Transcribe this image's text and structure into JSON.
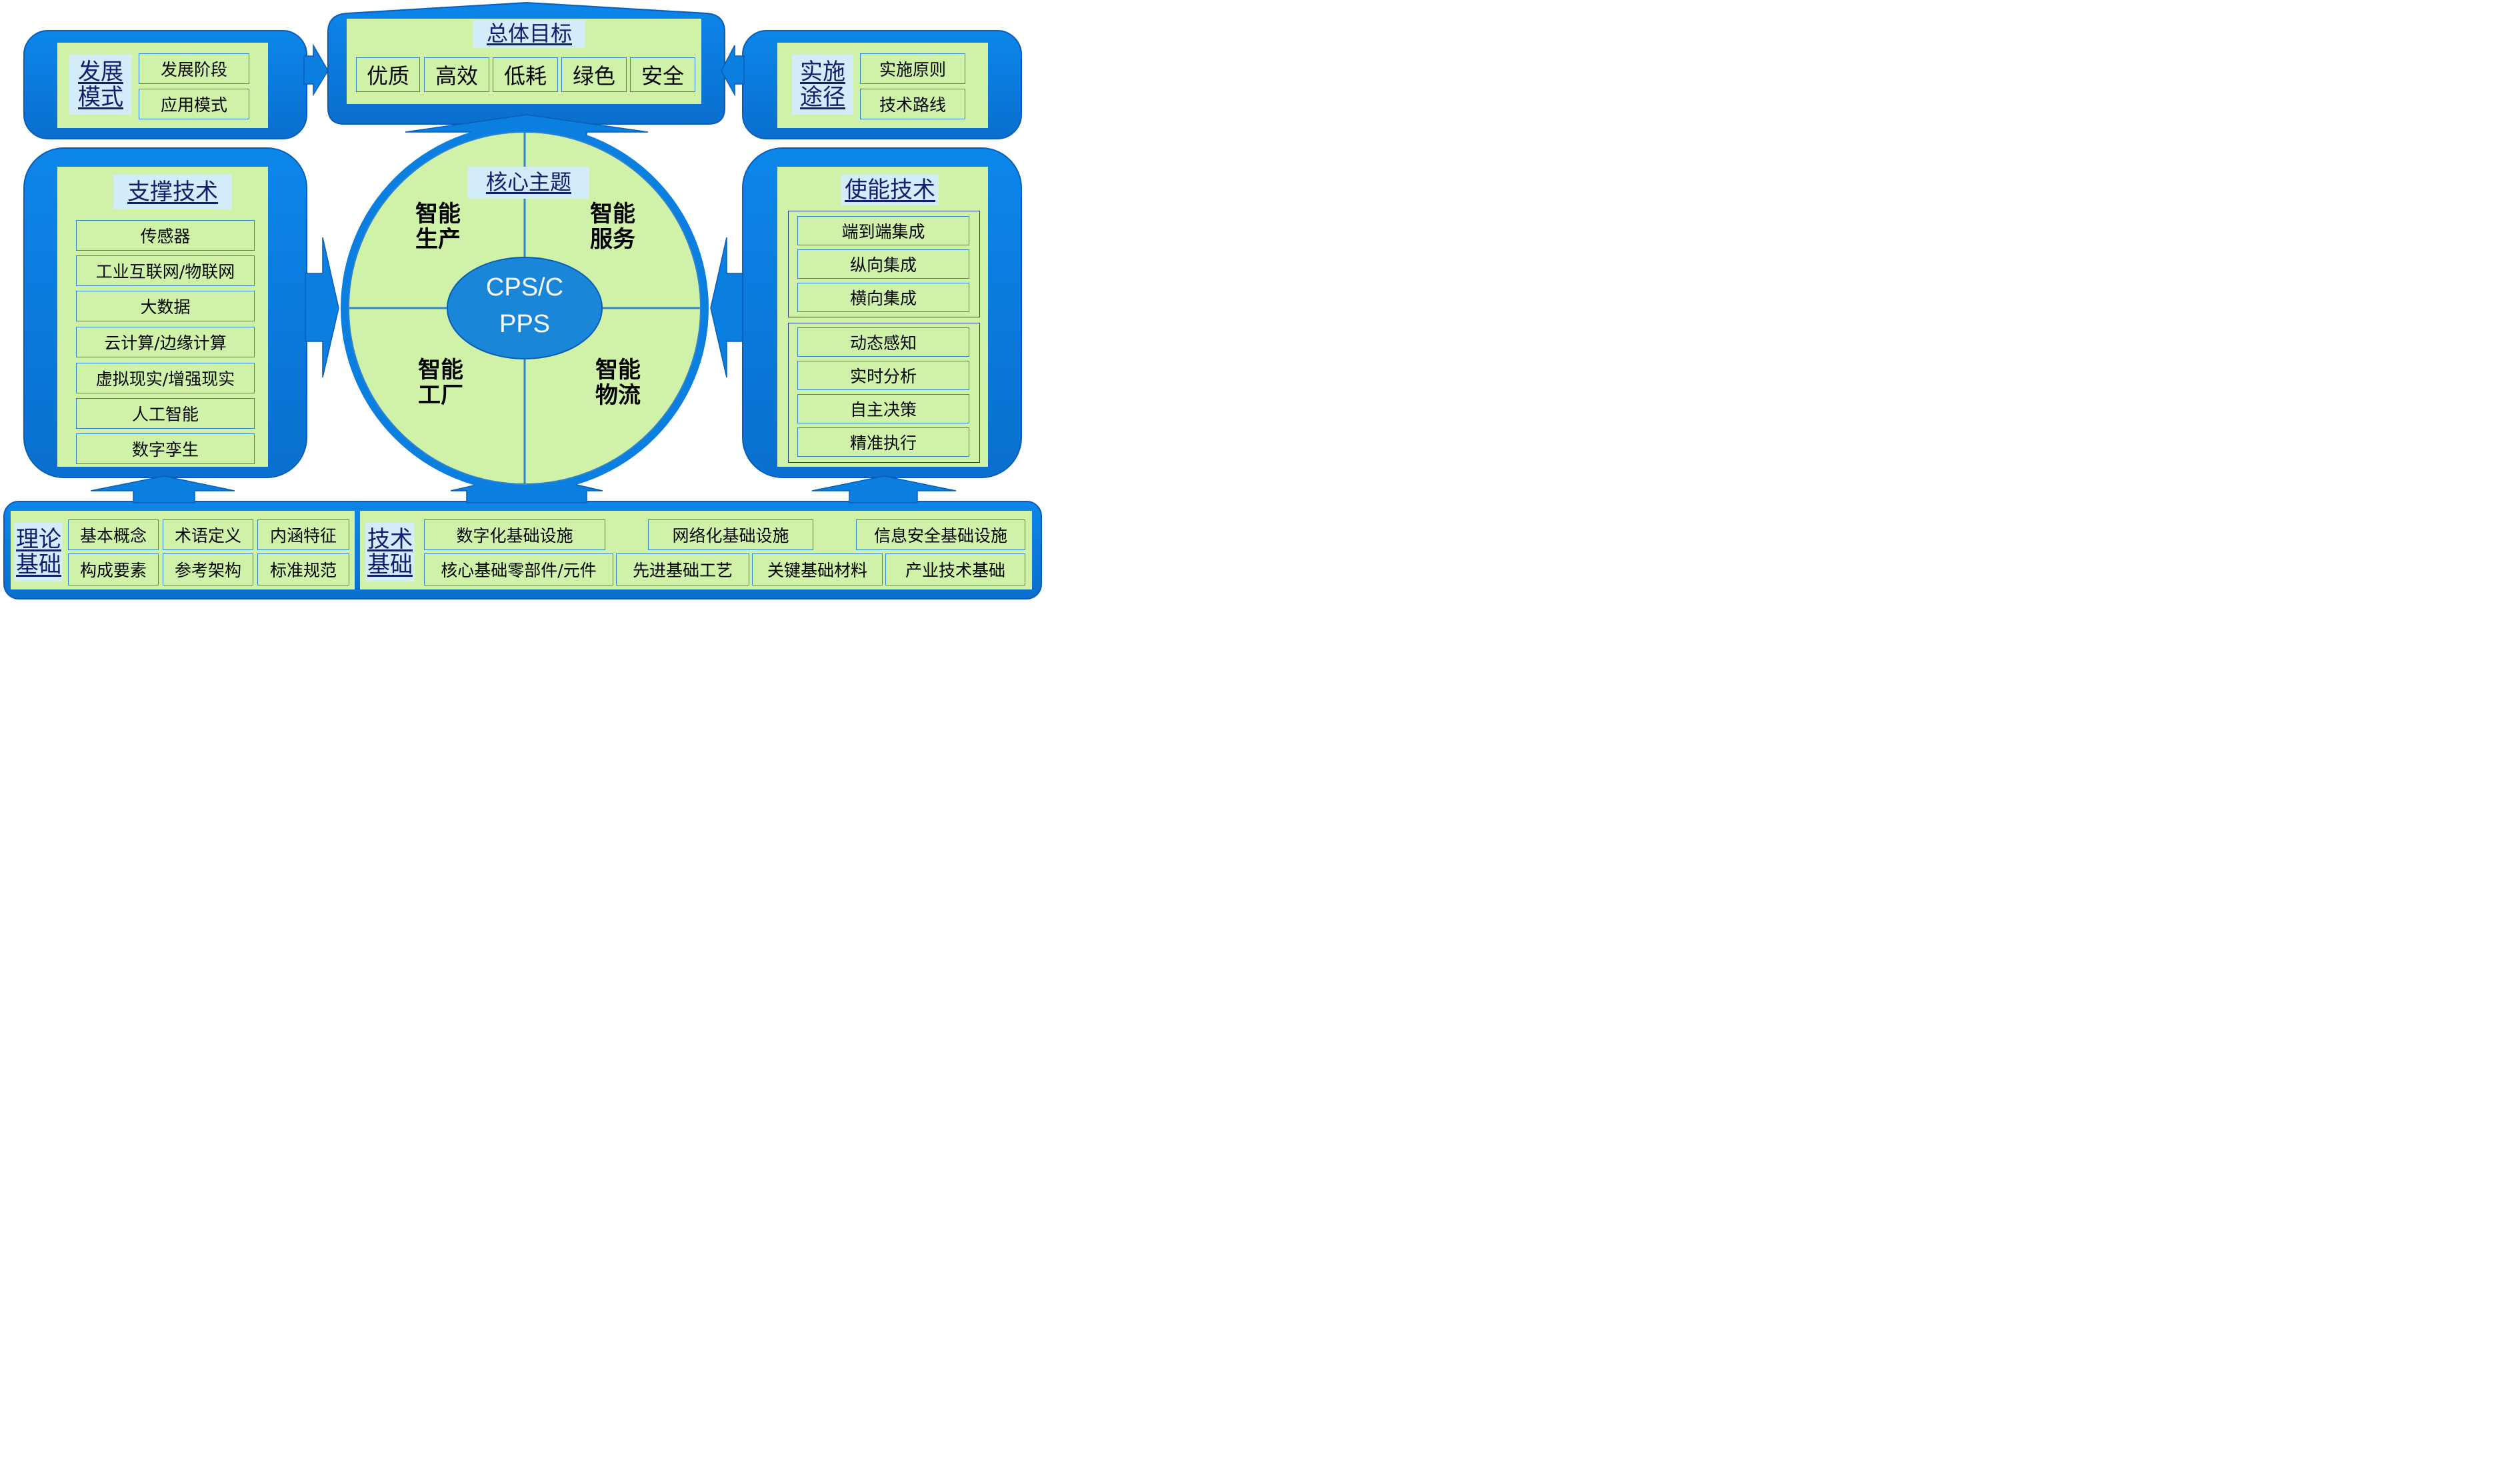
{
  "goal": {
    "title": "总体目标",
    "items": [
      "优质",
      "高效",
      "低耗",
      "绿色",
      "安全"
    ]
  },
  "development": {
    "title_line1": "发展",
    "title_line2": "模式",
    "items": [
      "发展阶段",
      "应用模式"
    ]
  },
  "implementation": {
    "title_line1": "实施",
    "title_line2": "途径",
    "items": [
      "实施原则",
      "技术路线"
    ]
  },
  "support": {
    "title": "支撑技术",
    "items": [
      "传感器",
      "工业互联网/物联网",
      "大数据",
      "云计算/边缘计算",
      "虚拟现实/增强现实",
      "人工智能",
      "数字孪生"
    ]
  },
  "enabling": {
    "title": "使能技术",
    "group1": [
      "端到端集成",
      "纵向集成",
      "横向集成"
    ],
    "group2": [
      "动态感知",
      "实时分析",
      "自主决策",
      "精准执行"
    ]
  },
  "core": {
    "title": "核心主题",
    "center_line1": "CPS/C",
    "center_line2": "PPS",
    "q1_line1": "智能",
    "q1_line2": "生产",
    "q2_line1": "智能",
    "q2_line2": "服务",
    "q3_line1": "智能",
    "q3_line2": "工厂",
    "q4_line1": "智能",
    "q4_line2": "物流"
  },
  "theory": {
    "title_line1": "理论",
    "title_line2": "基础",
    "row1": [
      "基本概念",
      "术语定义",
      "内涵特征"
    ],
    "row2": [
      "构成要素",
      "参考架构",
      "标准规范"
    ]
  },
  "tech_base": {
    "title_line1": "技术",
    "title_line2": "基础",
    "row1": [
      "数字化基础设施",
      "网络化基础设施",
      "信息安全基础设施"
    ],
    "row2": [
      "核心基础零部件/元件",
      "先进基础工艺",
      "关键基础材料",
      "产业技术基础"
    ]
  },
  "colors": {
    "frame_blue": "#0a7fe0",
    "panel_green": "#d0f2a8",
    "title_bg": "#d2ecfa",
    "cell_border": "#2f83d0",
    "core_ellipse": "#1a86d8"
  }
}
